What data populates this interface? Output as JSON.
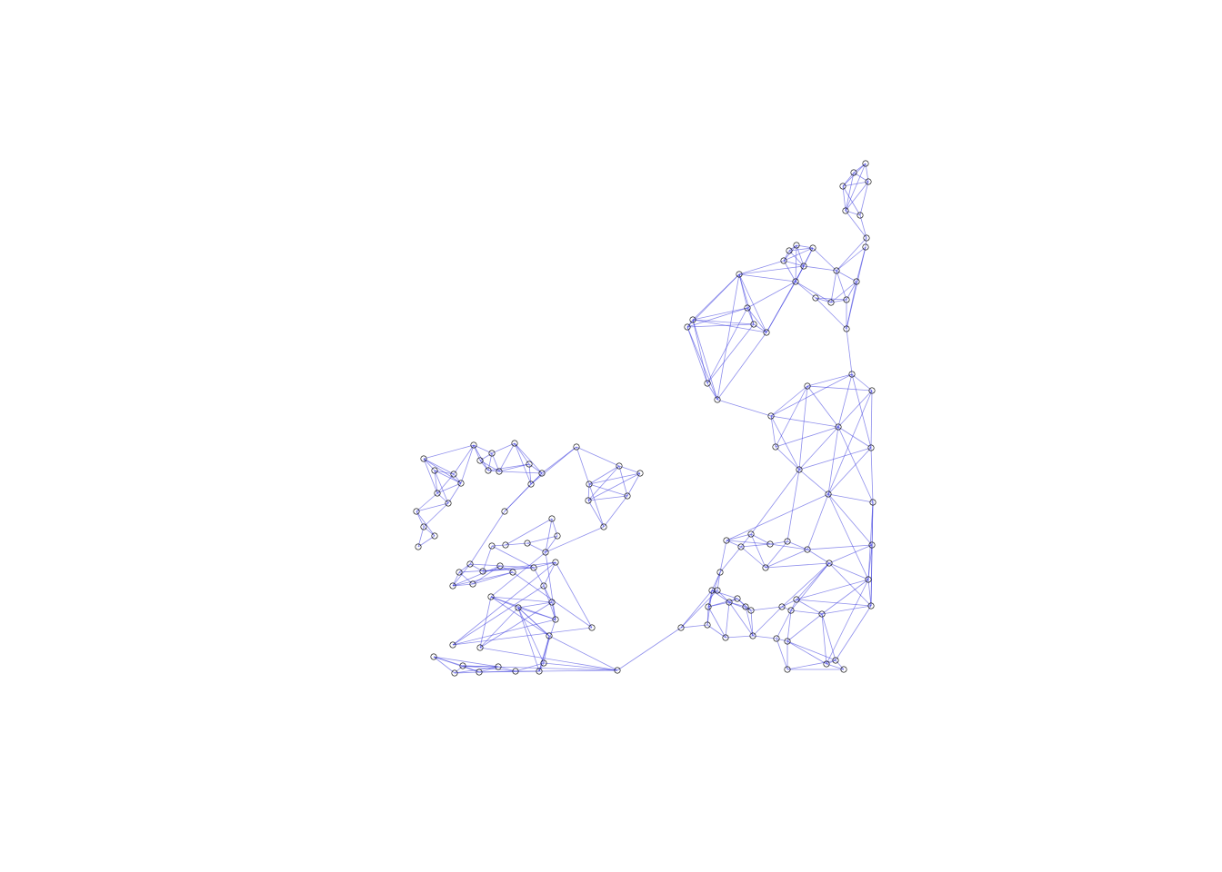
{
  "colors": {
    "background": "#ffffff",
    "edge": "#3333dd",
    "node_stroke": "#000000"
  },
  "graph": {
    "layout": "geographic",
    "node_shape": "open-circle",
    "edge_color_name": "blue",
    "labels_shown": false
  }
}
